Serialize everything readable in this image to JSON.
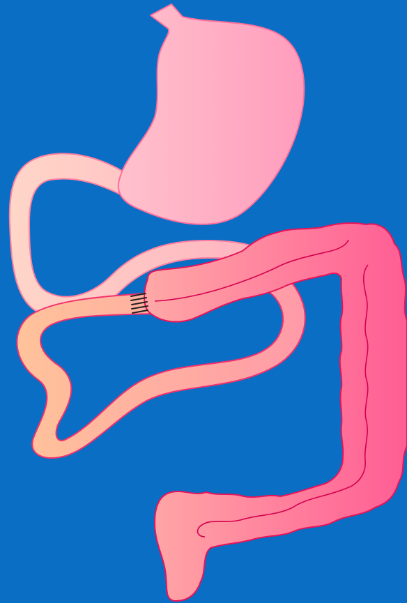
{
  "colors": {
    "background": "#0a6ec4",
    "stomach": "#ffb0c4",
    "stomach_edge": "#ff7aa5",
    "small_intestine_light": "#ffd2c4",
    "small_intestine_lower": "#ffbfa0",
    "colon_light": "#ffa0a8",
    "colon_dark": "#ff5a92",
    "outline": "#e8145a",
    "staples": "#222222"
  },
  "icons": [
    "stomach",
    "duodenum-loop",
    "small-intestine",
    "anastomosis-staples",
    "colon"
  ]
}
